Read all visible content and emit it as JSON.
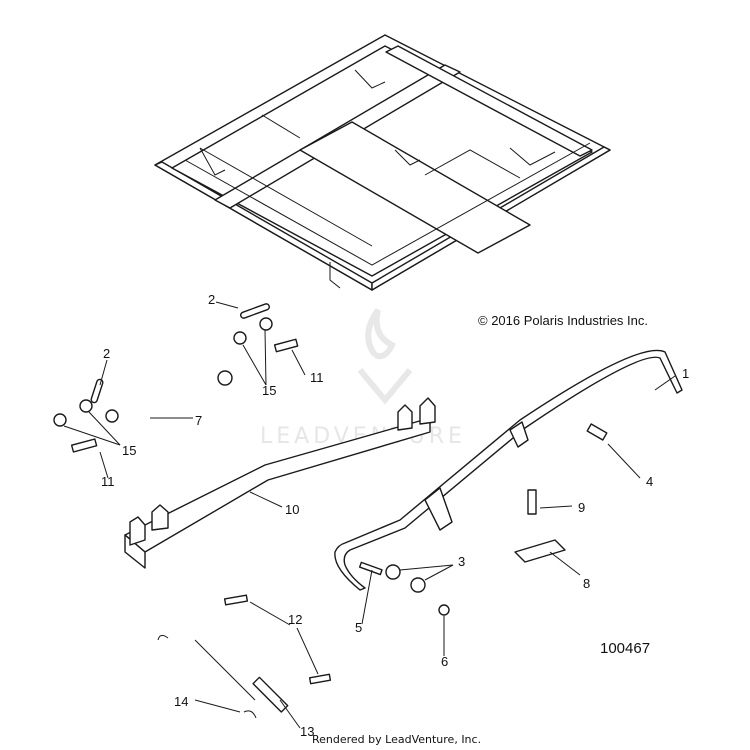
{
  "copyright": "© 2016 Polaris Industries Inc.",
  "diagram_number": "100467",
  "rendered_by": "Rendered by LeadVenture, Inc.",
  "watermark": "LEADVENTURE",
  "callouts": {
    "c1": "1",
    "c2a": "2",
    "c2b": "2",
    "c3": "3",
    "c4": "4",
    "c5": "5",
    "c6": "6",
    "c7": "7",
    "c8": "8",
    "c9": "9",
    "c10": "10",
    "c11a": "11",
    "c11b": "11",
    "c12": "12",
    "c13": "13",
    "c14": "14",
    "c15a": "15",
    "c15b": "15"
  },
  "colors": {
    "line": "#1a1a1a",
    "background": "#ffffff",
    "watermark": "#e6e6e6"
  }
}
